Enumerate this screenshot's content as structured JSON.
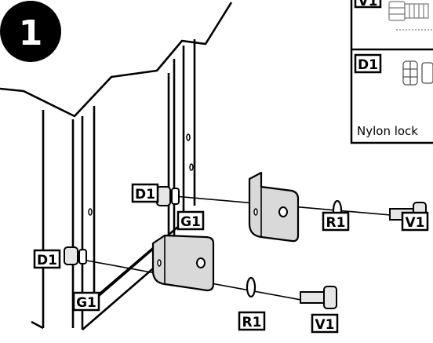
{
  "step": {
    "number": "1"
  },
  "legend": {
    "rows": [
      {
        "code": "V1",
        "caption": ""
      },
      {
        "code": "D1",
        "caption": "Nylon lock"
      }
    ]
  },
  "callouts": {
    "upper": {
      "nut": "D1",
      "washer_spacer": "G1",
      "washer": "R1",
      "bolt": "V1"
    },
    "lower": {
      "nut": "D1",
      "washer_spacer": "G1",
      "washer": "R1",
      "bolt": "V1"
    }
  },
  "colors": {
    "ink": "#000000",
    "bracket_fill": "#d9d9d9",
    "paper": "#ffffff",
    "hardware_fill": "#e6e6e6"
  }
}
